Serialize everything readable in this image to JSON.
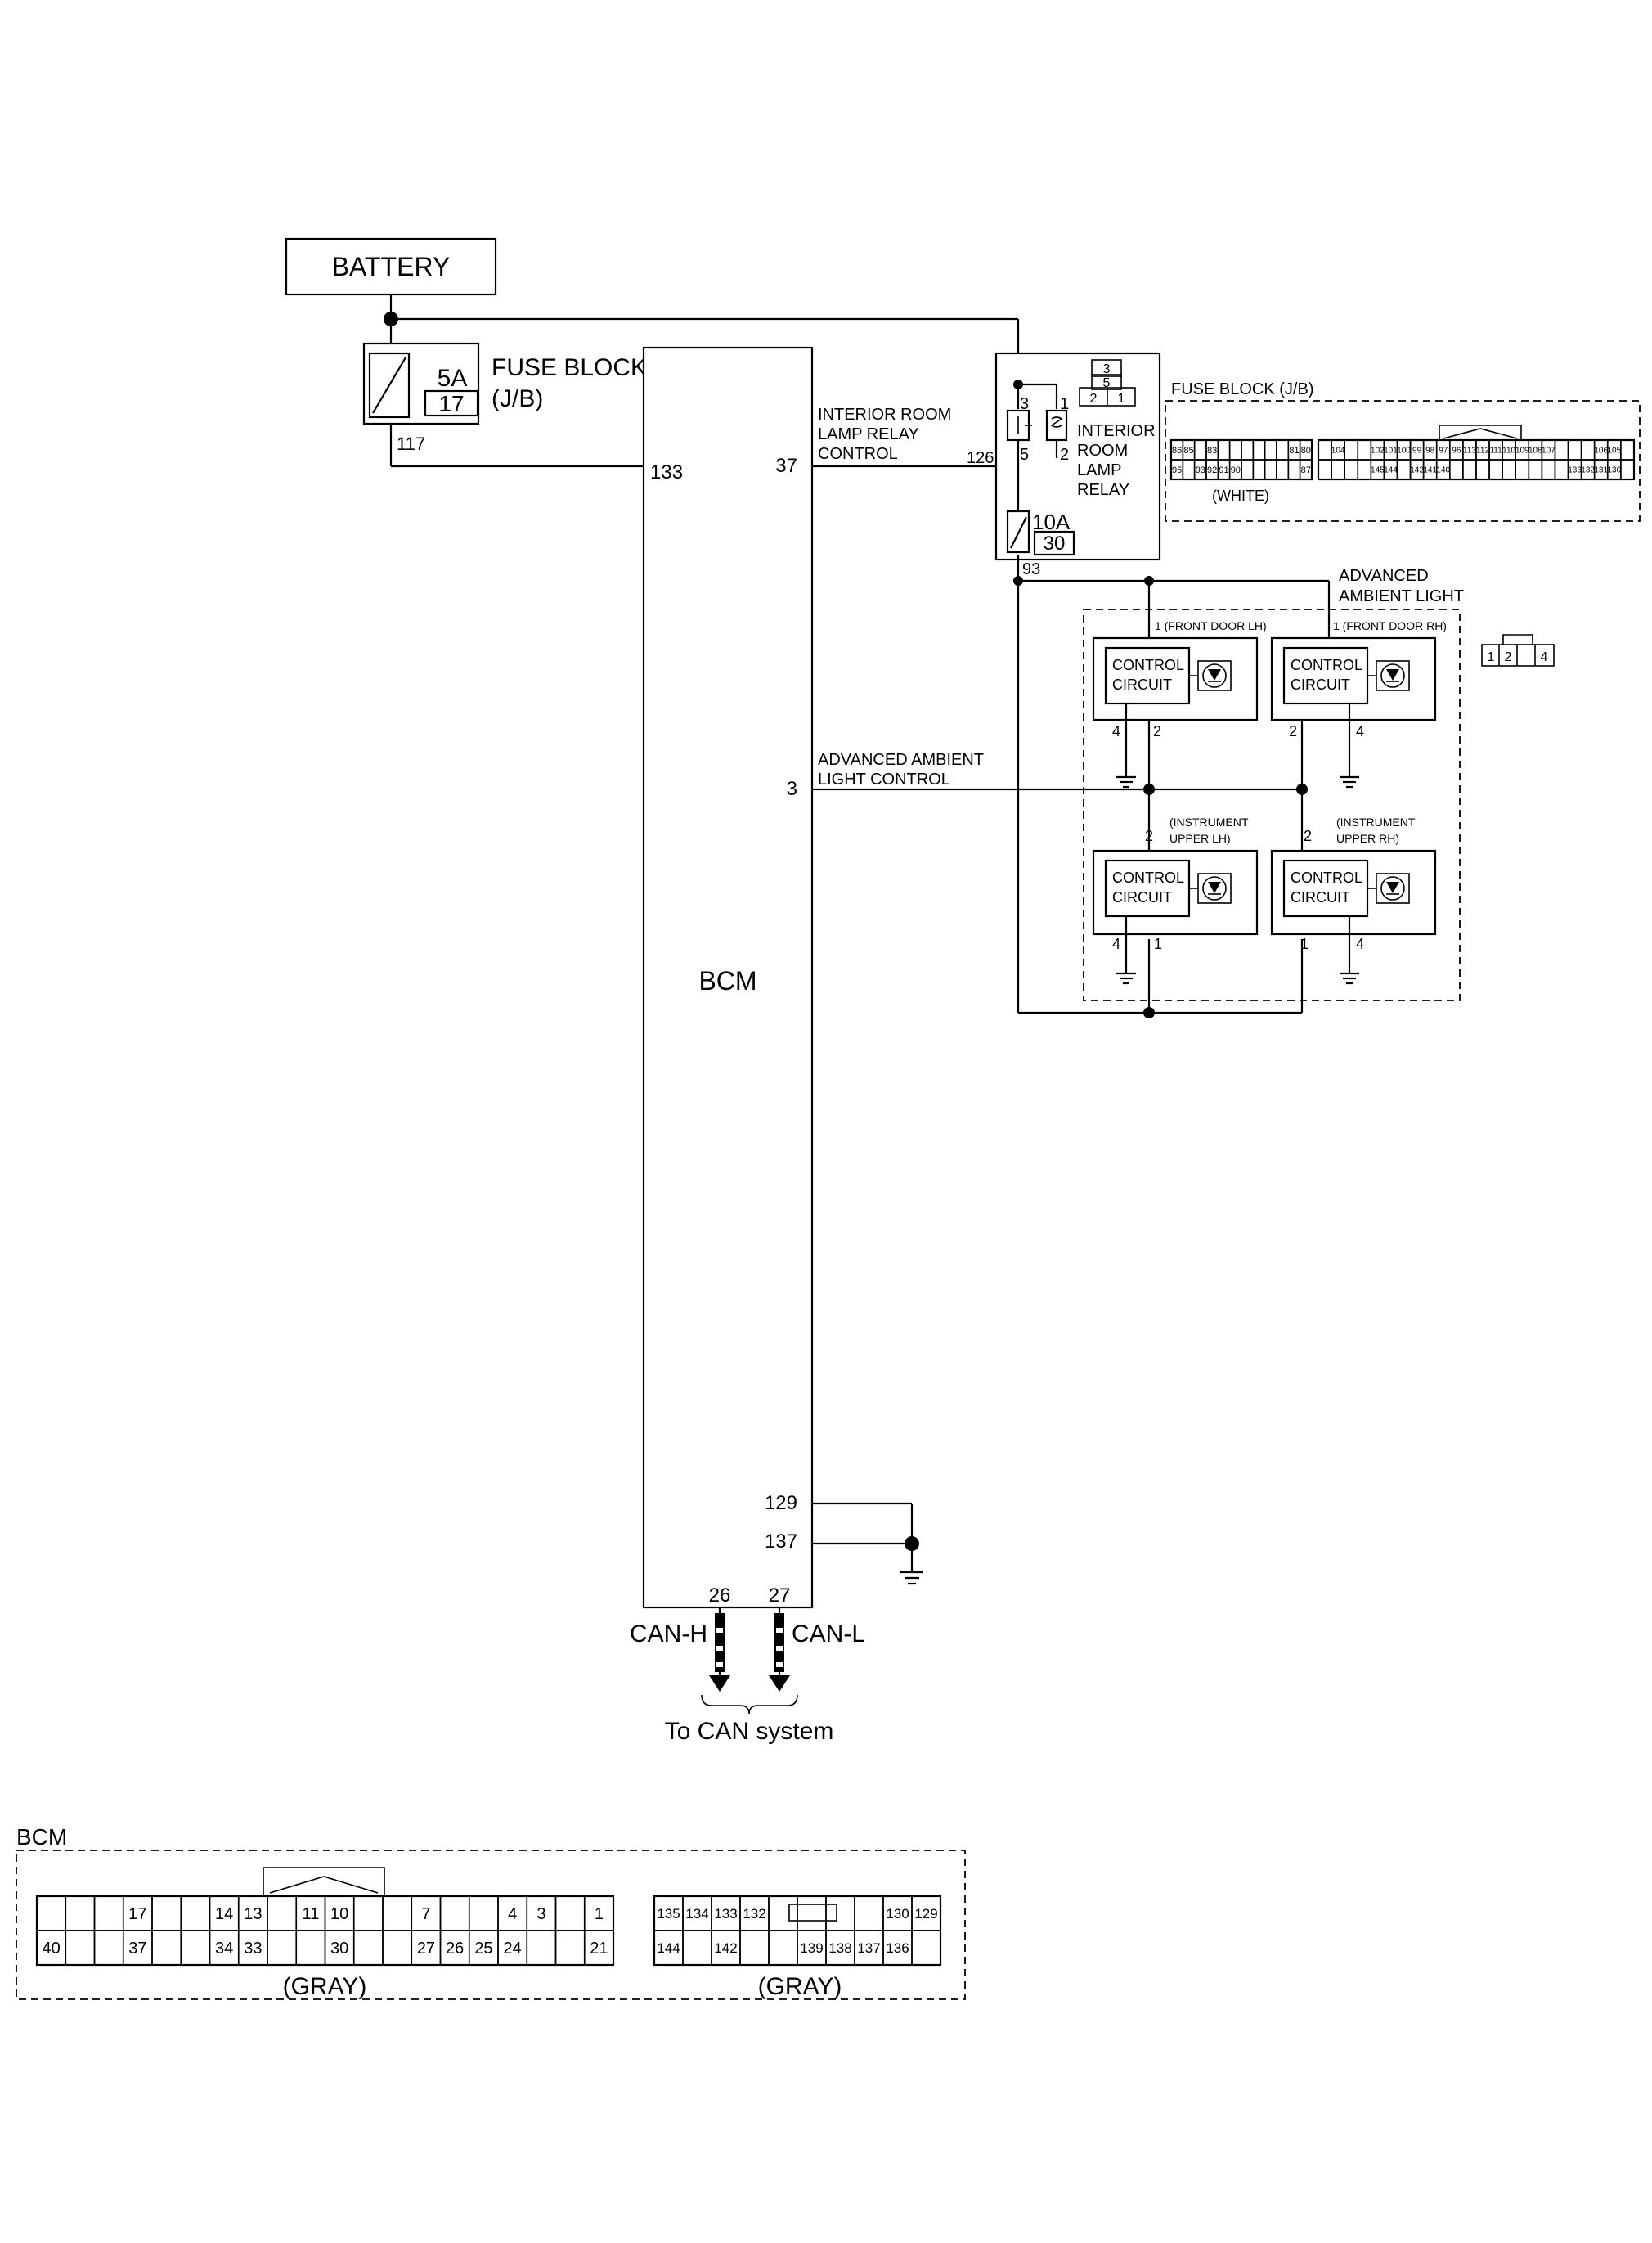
{
  "battery": {
    "label": "BATTERY"
  },
  "fuse_5a": {
    "rating": "5A",
    "number": "17",
    "block_label_1": "FUSE BLOCK",
    "block_label_2": "(J/B)",
    "pin": "117"
  },
  "bcm": {
    "label": "BCM",
    "pin_power": "133",
    "pin_relay": "37",
    "pin_ambient": "3",
    "pin_gnd_1": "129",
    "pin_gnd_2": "137",
    "pin_can_h": "26",
    "pin_can_l": "27"
  },
  "relay_signal": {
    "line1": "INTERIOR ROOM",
    "line2": "LAMP RELAY",
    "line3": "CONTROL"
  },
  "ambient_signal": {
    "line1": "ADVANCED AMBIENT",
    "line2": "LIGHT CONTROL"
  },
  "relay": {
    "label_1": "INTERIOR",
    "label_2": "ROOM",
    "label_3": "LAMP",
    "label_4": "RELAY",
    "pin_3": "3",
    "pin_1": "1",
    "pin_5": "5",
    "pin_2": "2",
    "pin_in": "126",
    "connector_top": "3",
    "connector_mid": "5",
    "connector_left": "2",
    "connector_right": "1"
  },
  "fuse_10a": {
    "rating": "10A",
    "number": "30",
    "pin": "93"
  },
  "fuse_block_connector": {
    "title": "FUSE BLOCK (J/B)",
    "color": "(WHITE)",
    "left_top": [
      "86",
      "85",
      "83",
      "81",
      "80"
    ],
    "left_bottom": [
      "95",
      "93",
      "92",
      "91",
      "90",
      "87"
    ],
    "right_top": [
      "104",
      "102",
      "101",
      "100",
      "99",
      "98",
      "97",
      "96",
      "113",
      "112",
      "111",
      "110",
      "109",
      "108",
      "107",
      "106",
      "105"
    ],
    "right_bottom": [
      "145",
      "144",
      "142",
      "141",
      "140",
      "133",
      "132",
      "131",
      "130"
    ]
  },
  "ambient_light": {
    "title_1": "ADVANCED",
    "title_2": "AMBIENT LIGHT",
    "circuit_line1": "CONTROL",
    "circuit_line2": "CIRCUIT",
    "front_lh": "1 (FRONT DOOR LH)",
    "front_rh": "1 (FRONT DOOR RH)",
    "upper_lh_1": "(INSTRUMENT",
    "upper_lh_2": "UPPER LH)",
    "upper_rh_1": "(INSTRUMENT",
    "upper_rh_2": "UPPER RH)",
    "pin_1": "1",
    "pin_2": "2",
    "pin_4": "4",
    "connector_pins": [
      "1",
      "2",
      "4"
    ]
  },
  "can": {
    "high": "CAN-H",
    "low": "CAN-L",
    "destination": "To CAN system"
  },
  "bcm_connector": {
    "title": "BCM",
    "left_color": "(GRAY)",
    "right_color": "(GRAY)",
    "left_top": [
      "17",
      "14",
      "13",
      "11",
      "10",
      "7",
      "4",
      "3",
      "1"
    ],
    "left_bottom": [
      "40",
      "37",
      "34",
      "33",
      "30",
      "27",
      "26",
      "25",
      "24",
      "21"
    ],
    "right_top": [
      "135",
      "134",
      "133",
      "132",
      "130",
      "129"
    ],
    "right_bottom": [
      "144",
      "142",
      "139",
      "138",
      "137",
      "136"
    ]
  }
}
